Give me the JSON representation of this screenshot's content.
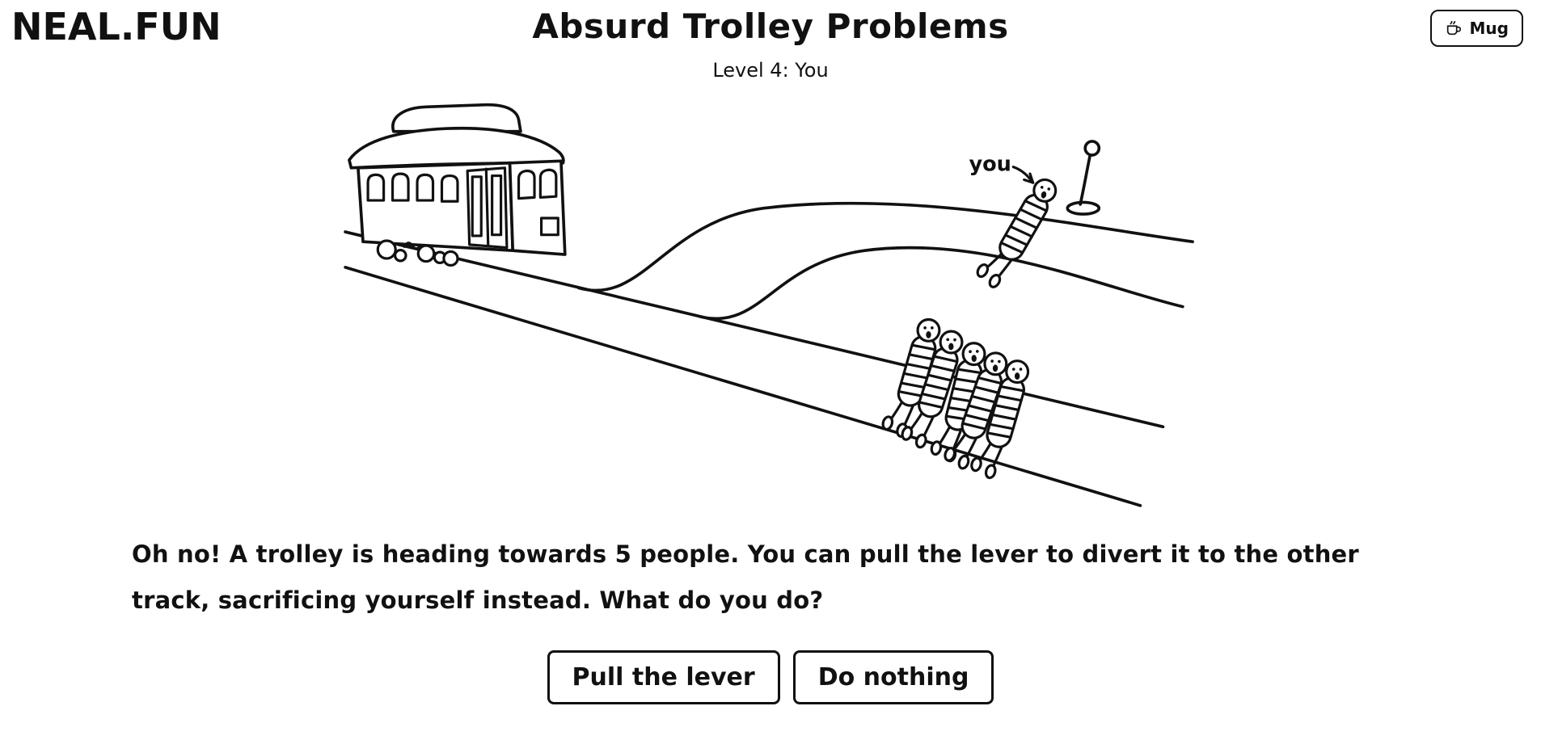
{
  "header": {
    "logo": "NEAL.FUN",
    "title": "Absurd Trolley Problems",
    "level_label": "Level 4: You",
    "mug_button_label": "Mug"
  },
  "scene": {
    "you_label": "you",
    "people_on_main_track": 5,
    "people_on_branch_track": 1
  },
  "problem_text": "Oh no! A trolley is heading towards 5 people. You can pull the lever to divert it to the other track, sacrificing yourself instead. What do you do?",
  "actions": {
    "pull_lever_label": "Pull the lever",
    "do_nothing_label": "Do nothing"
  },
  "colors": {
    "ink": "#111111",
    "background": "#ffffff"
  },
  "icons": {
    "mug_icon": "mug with steam"
  }
}
